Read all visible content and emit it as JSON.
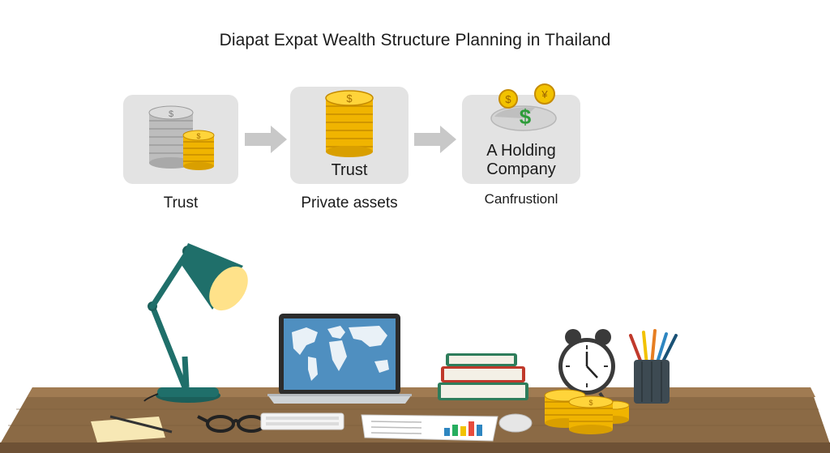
{
  "title": "Diapat Expat Wealth Structure Planning in Thailand",
  "steps": [
    {
      "card_label": "",
      "caption": "Trust",
      "icon": "coin-stacks-icon"
    },
    {
      "card_label": "Trust",
      "caption": "Private assets",
      "icon": "gold-coin-stack-icon"
    },
    {
      "card_label_line1": "A Holding",
      "card_label_line2": "Company",
      "caption": "Canfrustionl",
      "icon": "currency-coins-icon"
    }
  ],
  "coin_symbols": {
    "dollar": "$",
    "yen": "¥"
  },
  "colors": {
    "card_bg": "#e3e3e3",
    "gold": "#f2c200",
    "silver": "#c9c9c9",
    "lamp": "#1f6f6a",
    "desk": "#8b6a45"
  }
}
